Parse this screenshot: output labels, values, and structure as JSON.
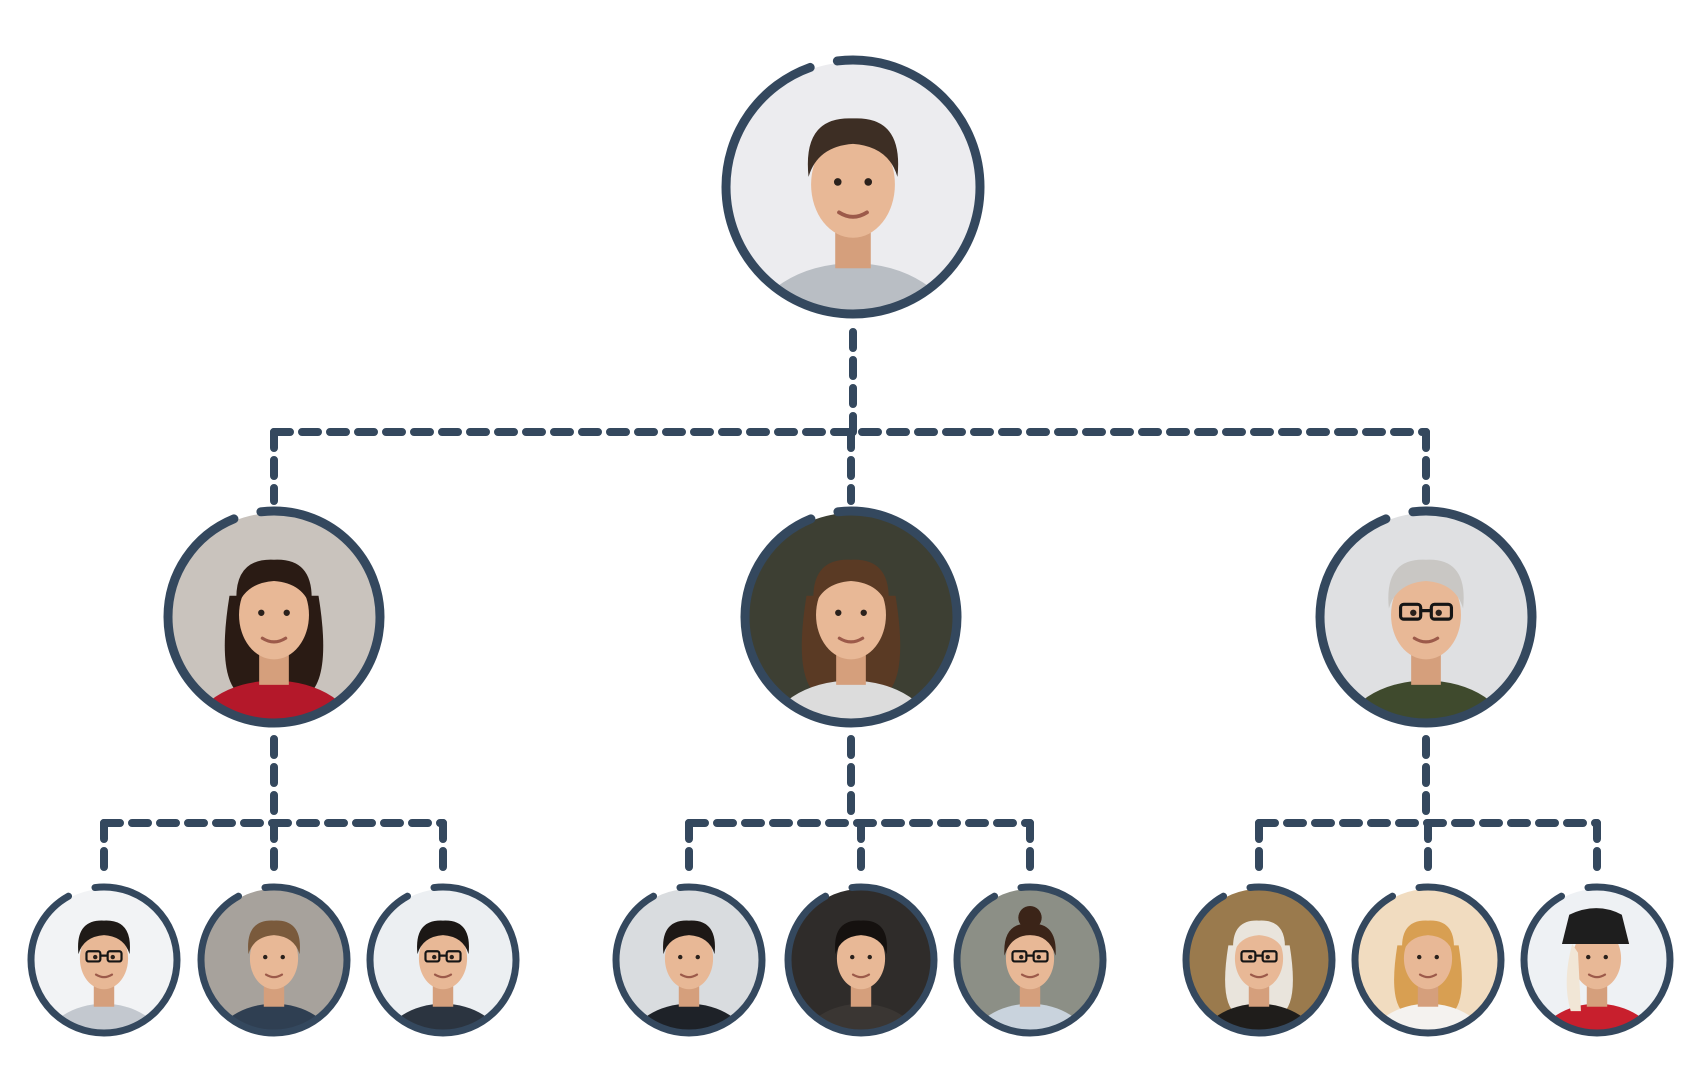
{
  "colors": {
    "background": "#ffffff",
    "stroke": "#34485e",
    "skin": "#e8b896",
    "skin_shade": "#d59f7c"
  },
  "tree": {
    "root": {
      "id": "root",
      "bg": "#ececef",
      "hair": "#3d2e24",
      "shirt": "#b9bec4",
      "hair_style": "short",
      "glasses": false,
      "children": [
        {
          "id": "manager-left",
          "bg": "#c9c3bd",
          "hair": "#2a1b14",
          "shirt": "#b4182a",
          "hair_style": "long",
          "glasses": false,
          "children": [
            {
              "id": "member-1",
              "bg": "#f2f3f5",
              "hair": "#1f1a17",
              "shirt": "#c3c8cf",
              "hair_style": "short",
              "glasses": true
            },
            {
              "id": "member-2",
              "bg": "#a7a29c",
              "hair": "#7a5a3c",
              "shirt": "#2f3f52",
              "hair_style": "short",
              "glasses": false
            },
            {
              "id": "member-3",
              "bg": "#eceff2",
              "hair": "#1b1715",
              "shirt": "#2b3440",
              "hair_style": "short",
              "glasses": true
            }
          ]
        },
        {
          "id": "manager-center",
          "bg": "#3d3f33",
          "hair": "#5a3a24",
          "shirt": "#dcdcdc",
          "hair_style": "long",
          "glasses": false,
          "children": [
            {
              "id": "member-4",
              "bg": "#d9dcdf",
              "hair": "#1d1816",
              "shirt": "#1e2228",
              "hair_style": "short",
              "glasses": false
            },
            {
              "id": "member-5",
              "bg": "#2f2c2a",
              "hair": "#15110f",
              "shirt": "#3a3633",
              "hair_style": "short",
              "glasses": false
            },
            {
              "id": "member-6",
              "bg": "#8c8f86",
              "hair": "#3b2418",
              "shirt": "#c9d3dd",
              "hair_style": "bun",
              "glasses": true
            }
          ]
        },
        {
          "id": "manager-right",
          "bg": "#dfe0e2",
          "hair": "#c9c7c4",
          "shirt": "#3f4a2d",
          "hair_style": "short",
          "glasses": true,
          "children": [
            {
              "id": "member-7",
              "bg": "#9a7a4d",
              "hair": "#e9e4dc",
              "shirt": "#1f1d1b",
              "hair_style": "long",
              "glasses": true
            },
            {
              "id": "member-8",
              "bg": "#f1dcc0",
              "hair": "#d89f52",
              "shirt": "#f4f2ef",
              "hair_style": "long",
              "glasses": false
            },
            {
              "id": "member-9",
              "bg": "#eef1f4",
              "hair": "#f1e6d6",
              "shirt": "#c81f2d",
              "hair_style": "hat",
              "glasses": false
            }
          ]
        }
      ]
    }
  }
}
